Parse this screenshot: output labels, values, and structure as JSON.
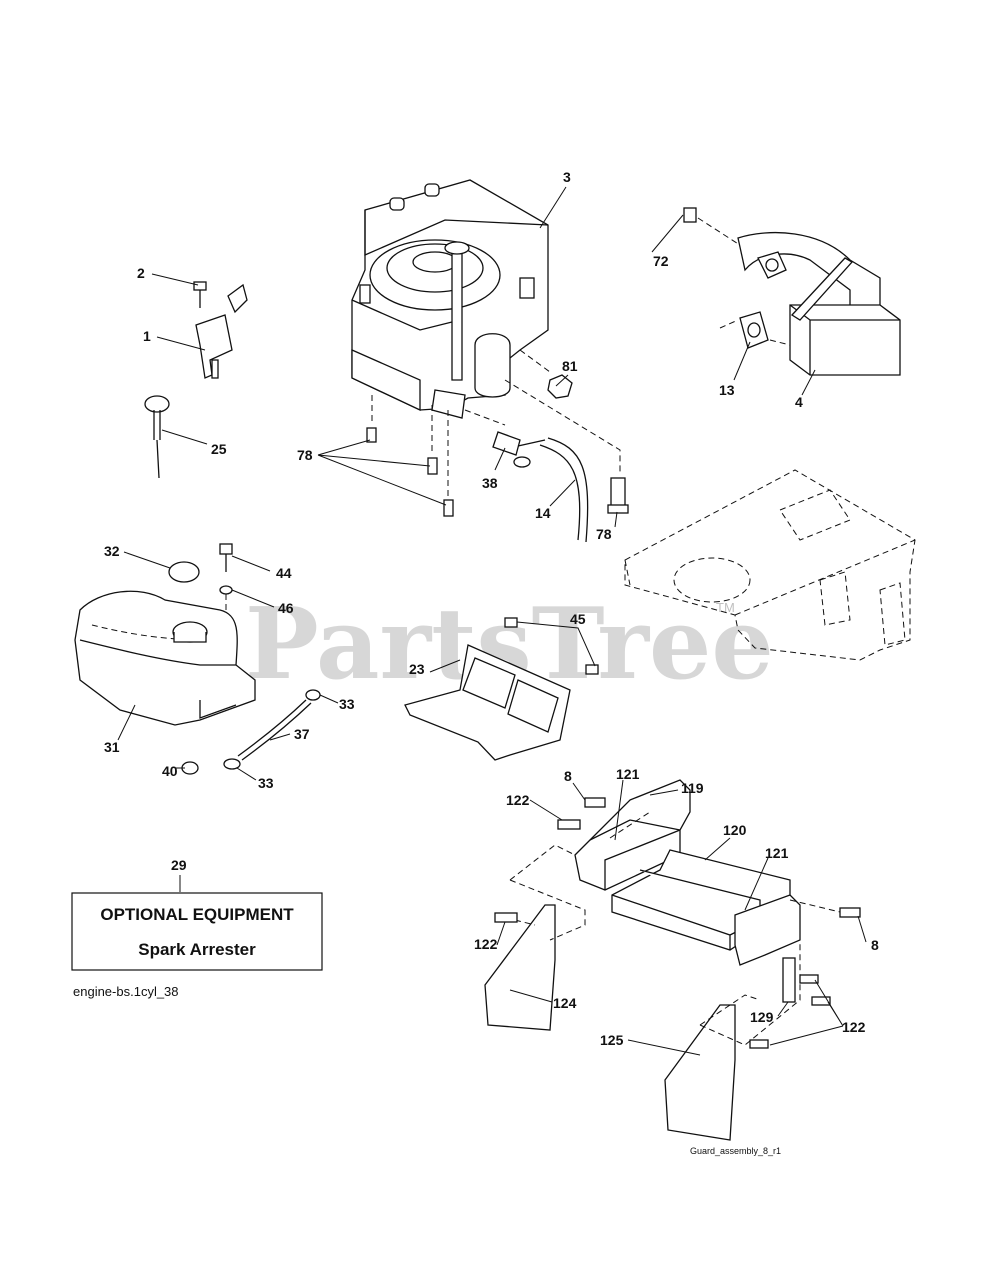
{
  "watermark": {
    "text": "PartsTree",
    "tm": "TM"
  },
  "callouts": [
    {
      "id": "c-3",
      "text": "3"
    },
    {
      "id": "c-72",
      "text": "72"
    },
    {
      "id": "c-2",
      "text": "2"
    },
    {
      "id": "c-1",
      "text": "1"
    },
    {
      "id": "c-13",
      "text": "13"
    },
    {
      "id": "c-4",
      "text": "4"
    },
    {
      "id": "c-81",
      "text": "81"
    },
    {
      "id": "c-25",
      "text": "25"
    },
    {
      "id": "c-78a",
      "text": "78"
    },
    {
      "id": "c-38",
      "text": "38"
    },
    {
      "id": "c-14",
      "text": "14"
    },
    {
      "id": "c-78b",
      "text": "78"
    },
    {
      "id": "c-32",
      "text": "32"
    },
    {
      "id": "c-44",
      "text": "44"
    },
    {
      "id": "c-46",
      "text": "46"
    },
    {
      "id": "c-45",
      "text": "45"
    },
    {
      "id": "c-23",
      "text": "23"
    },
    {
      "id": "c-33a",
      "text": "33"
    },
    {
      "id": "c-31",
      "text": "31"
    },
    {
      "id": "c-37",
      "text": "37"
    },
    {
      "id": "c-40",
      "text": "40"
    },
    {
      "id": "c-33b",
      "text": "33"
    },
    {
      "id": "c-8a",
      "text": "8"
    },
    {
      "id": "c-121a",
      "text": "121"
    },
    {
      "id": "c-119",
      "text": "119"
    },
    {
      "id": "c-122a",
      "text": "122"
    },
    {
      "id": "c-120",
      "text": "120"
    },
    {
      "id": "c-121b",
      "text": "121"
    },
    {
      "id": "c-29",
      "text": "29"
    },
    {
      "id": "c-122b",
      "text": "122"
    },
    {
      "id": "c-8b",
      "text": "8"
    },
    {
      "id": "c-124",
      "text": "124"
    },
    {
      "id": "c-129",
      "text": "129"
    },
    {
      "id": "c-122c",
      "text": "122"
    },
    {
      "id": "c-125",
      "text": "125"
    }
  ],
  "optional_box": {
    "title": "OPTIONAL EQUIPMENT",
    "subtitle": "Spark Arrester"
  },
  "captions": {
    "engine": "engine-bs.1cyl_38",
    "guard": "Guard_assembly_8_r1"
  }
}
